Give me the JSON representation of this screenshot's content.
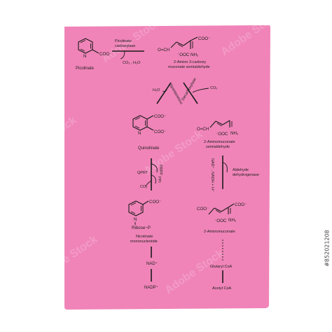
{
  "nodes": {
    "picolinate": "Picolinate",
    "amino_muconate_semialdehyde": [
      "2-Amino 3-carboxy",
      "muconate semialdehyde"
    ],
    "quinolinate": "Quinolinate",
    "aminomuconate_semialdehyde": [
      "2-Aminomuconate",
      "semialdehyde"
    ],
    "nicotinate_mononucleotide": [
      "Nicotinate",
      "mononucleotide"
    ],
    "aminomuconate": "2-Aminomuconate",
    "nad": "NAD⁺",
    "nadp": "NADP⁺",
    "glutaryl_coa": "Glutaryl CoA",
    "acetyl_coa": "Acetyl CoA"
  },
  "enzymes": {
    "picolinate_carboxylase": [
      "Picolinate",
      "carboxylase"
    ],
    "spontaneous": "Spontaneous",
    "decarboxylase": "Decarboxylase",
    "qprt": "QPRT",
    "aldehyde_dehydrogenase": [
      "Aldehyde",
      "dehydrogenase"
    ]
  },
  "cofactors": {
    "co2_h2o": "CO₂ , H₂O",
    "h2o": "H₂O",
    "co2_top": "CO₂",
    "prpp": "PRPP",
    "ppi": "PPi",
    "co2_qprt": "CO₂",
    "nad_nadh": "NAD⁺ , NADH + H⁺"
  },
  "groups": {
    "coo": "COO⁻",
    "ooc": "⁻OOC",
    "nh2": "NH₂",
    "ald": "O=CH",
    "n": "N",
    "ribose": "Ribose−P"
  },
  "watermark": "Adobe Stock",
  "stock_id": "#852021208",
  "colors": {
    "sheet": "#f084b8",
    "ink": "#1a1a1a",
    "background": "#ffffff"
  }
}
